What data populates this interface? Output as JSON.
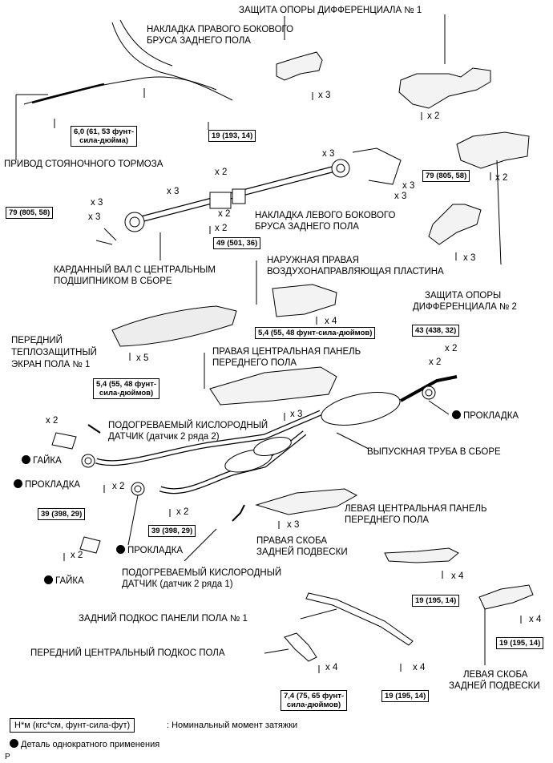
{
  "labels": {
    "diff_support_cover_1": "ЗАЩИТА ОПОРЫ ДИФФЕРЕНЦИАЛА № 1",
    "rh_side_rail_cover_1": "НАКЛАДКА ПРАВОГО БОКОВОГО",
    "rh_side_rail_cover_2": "БРУСА ЗАДНЕГО ПОЛА",
    "parking_brake_cable": "ПРИВОД СТОЯНОЧНОГО ТОРМОЗА",
    "lh_side_rail_cover_1": "НАКЛАДКА ЛЕВОГО БОКОВОГО",
    "lh_side_rail_cover_2": "БРУСА ЗАДНЕГО ПОЛА",
    "propeller_shaft_1": "КАРДАННЫЙ ВАЛ С ЦЕНТРАЛЬНЫМ",
    "propeller_shaft_2": "ПОДШИПНИКОМ В СБОРЕ",
    "outer_rh_air_guide_1": "НАРУЖНАЯ ПРАВАЯ",
    "outer_rh_air_guide_2": "ВОЗДУХОНАПРАВЛЯЮЩАЯ ПЛАСТИНА",
    "diff_support_cover_2_a": "ЗАЩИТА ОПОРЫ",
    "diff_support_cover_2_b": "ДИФФЕРЕНЦИАЛА № 2",
    "front_heat_insulator_1": "ПЕРЕДНИЙ",
    "front_heat_insulator_2": "ТЕПЛОЗАЩИТНЫЙ",
    "front_heat_insulator_3": "ЭКРАН ПОЛА № 1",
    "rh_center_panel_1": "ПРАВАЯ ЦЕНТРАЛЬНАЯ ПАНЕЛЬ",
    "rh_center_panel_2": "ПЕРЕДНЕГО ПОЛА",
    "gasket": "ПРОКЛАДКА",
    "o2_sensor_b2s2_1": "ПОДОГРЕВАЕМЫЙ КИСЛОРОДНЫЙ",
    "o2_sensor_b2s2_2": "ДАТЧИК (датчик 2 ряда 2)",
    "nut": "ГАЙКА",
    "exhaust_pipe": "ВЫПУСКНАЯ ТРУБА В СБОРЕ",
    "lh_center_panel_1": "ЛЕВАЯ ЦЕНТРАЛЬНАЯ ПАНЕЛЬ",
    "lh_center_panel_2": "ПЕРЕДНЕГО ПОЛА",
    "rh_rear_susp_bracket_1": "ПРАВАЯ СКОБА",
    "rh_rear_susp_bracket_2": "ЗАДНЕЙ ПОДВЕСКИ",
    "o2_sensor_b1s2_1": "ПОДОГРЕВАЕМЫЙ КИСЛОРОДНЫЙ",
    "o2_sensor_b1s2_2": "ДАТЧИК (датчик 2 ряда 1)",
    "rear_floor_brace_1": "ЗАДНИЙ ПОДКОС ПАНЕЛИ ПОЛА № 1",
    "front_center_floor_brace": "ПЕРЕДНИЙ ЦЕНТРАЛЬНЫЙ ПОДКОС ПОЛА",
    "lh_rear_susp_bracket_1": "ЛЕВАЯ СКОБА",
    "lh_rear_susp_bracket_2": "ЗАДНЕЙ ПОДВЕСКИ"
  },
  "torques": {
    "t_6_0_a": "6,0 (61, 53 фунт-",
    "t_6_0_b": "сила-дюйма)",
    "t_19_193": "19 (193, 14)",
    "t_79_r": "79 (805, 58)",
    "t_79_l": "79 (805, 58)",
    "t_49": "49 (501, 36)",
    "t_5_4_top": "5,4 (55, 48 фунт-сила-дюймов)",
    "t_43": "43 (438, 32)",
    "t_5_4_a": "5,4 (55, 48 фунт-",
    "t_5_4_b": "сила-дюймов)",
    "t_39_l": "39 (398, 29)",
    "t_39_m": "39 (398, 29)",
    "t_19_195_a": "19 (195, 14)",
    "t_19_195_b": "19 (195, 14)",
    "t_7_4_a": "7,4 (75, 65 фунт-",
    "t_7_4_b": "сила-дюймов)",
    "t_19_195_c": "19 (195, 14)"
  },
  "quantities": {
    "x3": "x 3",
    "x2": "x 2",
    "x4": "x 4",
    "x5": "x 5"
  },
  "legend": {
    "torque_unit": "Н*м (кгс*см, фунт-сила-фут)",
    "torque_desc": ": Номинальный момент затяжки",
    "non_reusable": "Деталь однократного применения"
  },
  "corner_mark": "P"
}
